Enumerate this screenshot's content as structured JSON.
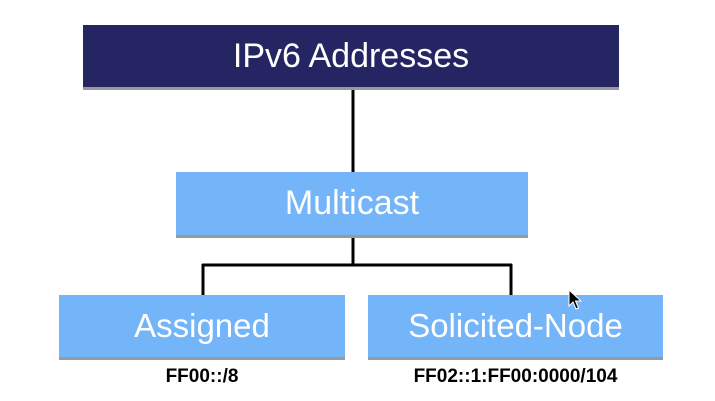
{
  "colors": {
    "root_fill": "#252564",
    "child_fill": "#74b4f8",
    "connector": "#000000"
  },
  "diagram": {
    "root": {
      "label": "IPv6 Addresses"
    },
    "level1": {
      "label": "Multicast"
    },
    "leaves": [
      {
        "label": "Assigned",
        "caption": "FF00::/8"
      },
      {
        "label": "Solicited-Node",
        "caption": "FF02::1:FF00:0000/104"
      }
    ]
  },
  "cursor": {
    "icon": "mouse-pointer-icon"
  }
}
